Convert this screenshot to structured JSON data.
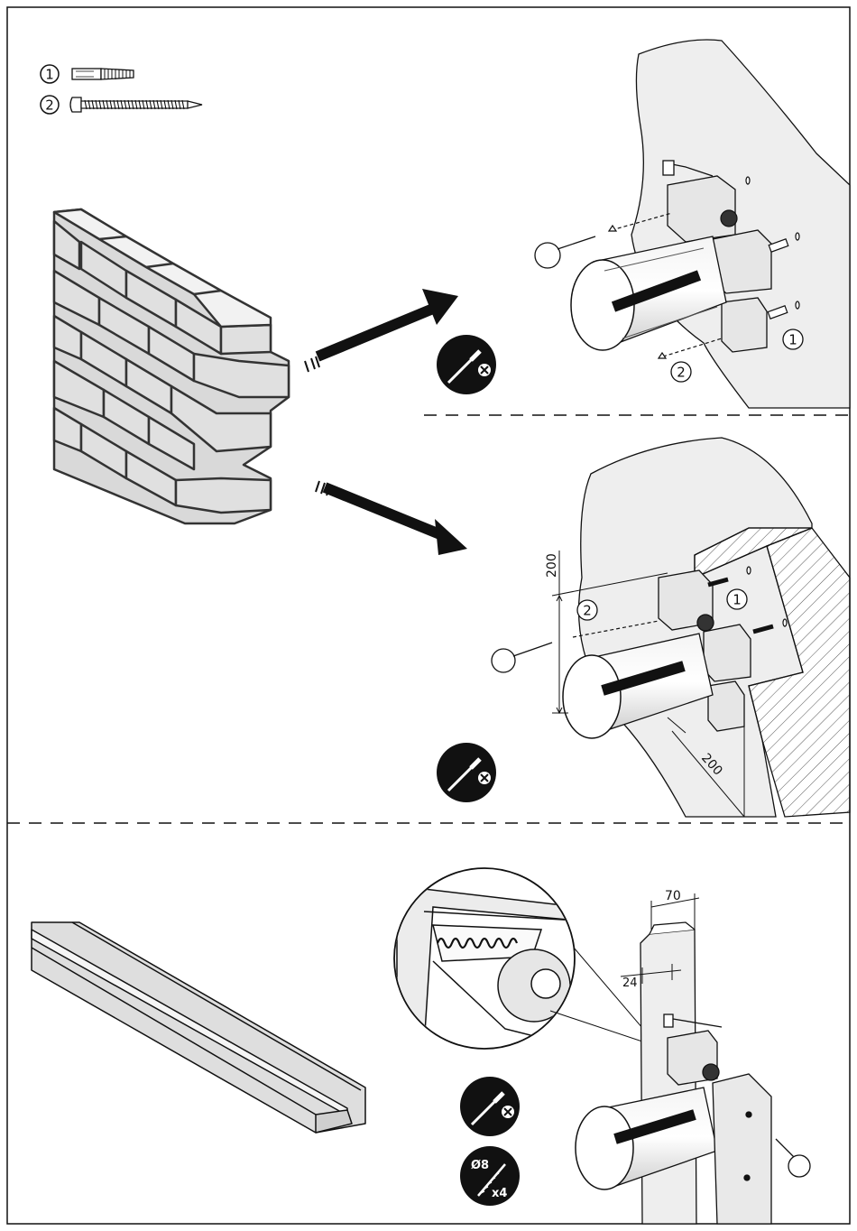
{
  "legend": [
    {
      "num": "1",
      "icon": "wall-plug-icon"
    },
    {
      "num": "2",
      "icon": "screw-icon"
    }
  ],
  "panel_a": {
    "callout_1": "1",
    "callout_2": "2",
    "tool_icon": "screwdriver-no-icon"
  },
  "panel_b": {
    "callout_1": "1",
    "callout_2": "2",
    "dim_vertical": "200",
    "dim_depth": "200",
    "tool_icon": "screwdriver-no-icon"
  },
  "panel_c": {
    "dim_width": "70",
    "dim_offset": "24",
    "tool_icon": "screwdriver-no-icon",
    "drill_badge_diameter": "Ø8",
    "drill_badge_count": "x4"
  },
  "colors": {
    "line": "#111111",
    "wall_fill": "#eeeeee",
    "brick_fill": "#d9d9d9",
    "badge": "#111111"
  }
}
